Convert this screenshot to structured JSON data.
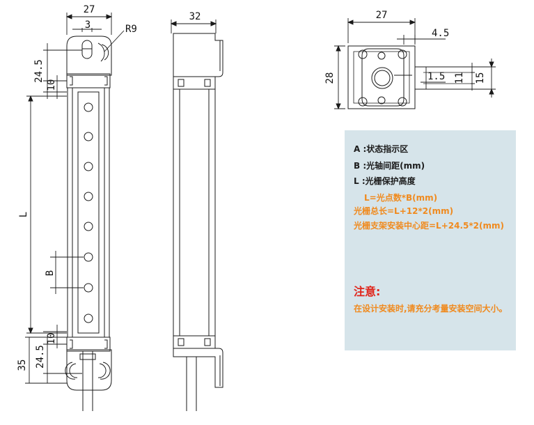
{
  "dims": {
    "front_width": "27",
    "front_slot": "3",
    "front_radius": "R9",
    "left_24_5_top": "24.5",
    "left_10_top": "10",
    "left_L": "L",
    "left_B": "B",
    "left_10_bottom": "10",
    "left_35": "35",
    "left_24_5_bottom": "24.5",
    "side_width": "32",
    "top_width": "27",
    "top_4_5": "4.5",
    "top_28": "28",
    "top_1_5": "1.5",
    "top_11": "11",
    "top_15": "15"
  },
  "panel": {
    "line_a": "A :状态指示区",
    "line_b": "B :光轴间距(mm)",
    "line_l": "L :光栅保护高度",
    "formula_1": "L=光点数*B(mm)",
    "formula_2": "光栅总长=L+12*2(mm)",
    "formula_3": "光栅支架安装中心距=L+24.5*2(mm)",
    "note_title": "注意:",
    "note_body": "在设计安装时,请充分考量安装空间大小。"
  },
  "colors": {
    "panel_bg": "#d6e4ea",
    "accent_orange": "#f08a1e",
    "note_red": "#e0261c",
    "line": "#1a1a1a"
  }
}
